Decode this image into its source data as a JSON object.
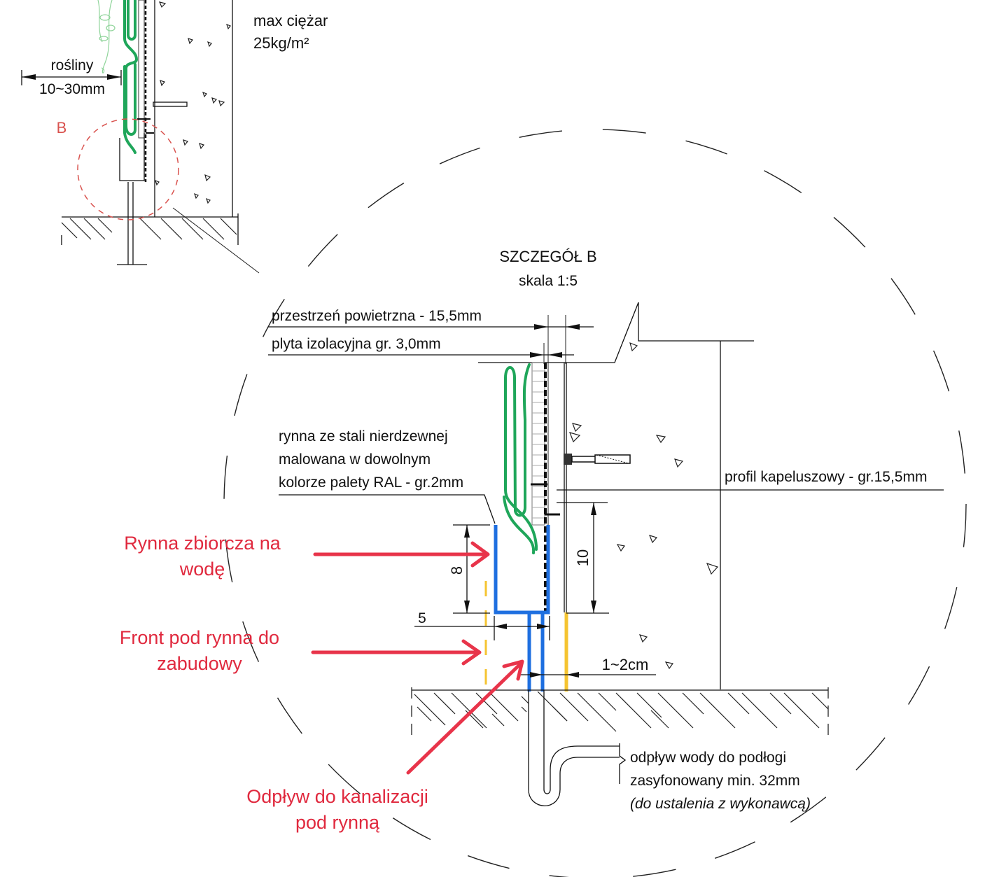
{
  "overview": {
    "max_weight_label": "max ciężar",
    "max_weight_value": "25kg/m²",
    "plants_label": "rośliny",
    "plants_dim": "10~30mm",
    "detail_marker": "B"
  },
  "detail": {
    "title": "SZCZEGÓŁ B",
    "scale": "skala 1:5",
    "air_gap": "przestrzeń powietrzna - 15,5mm",
    "insulation_board": "plyta izolacyjna gr. 3,0mm",
    "gutter_desc": [
      "rynna ze stali nierdzewnej",
      "malowana w dowolnym",
      "kolorze palety RAL - gr.2mm"
    ],
    "hat_profile": "profil kapeluszowy - gr.15,5mm",
    "dim_8": "8",
    "dim_10": "10",
    "dim_5": "5",
    "dim_gap": "1~2cm",
    "drain_desc": [
      "odpływ wody do podłogi",
      "zasyfonowany min. 32mm",
      "(do ustalenia z wykonawcą)"
    ]
  },
  "annotations": {
    "collector_gutter": [
      "Rynna zbiorcza na",
      "wodę"
    ],
    "front_under_gutter": [
      "Front pod rynna do",
      "zabudowy"
    ],
    "sewer_drain": [
      "Odpływ do kanalizacji",
      "pod rynną"
    ]
  },
  "colors": {
    "annotation_red": "#e0293e",
    "plant_green": "#1fa65a",
    "gutter_blue": "#1e6fe0",
    "front_yellow": "#f5c431"
  }
}
